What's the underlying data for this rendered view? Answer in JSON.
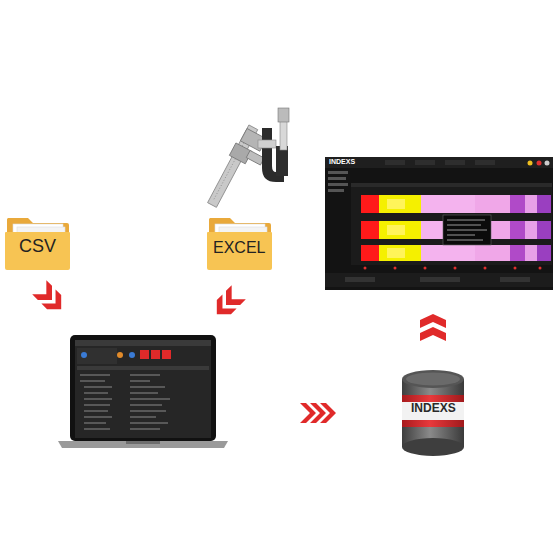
{
  "diagram": {
    "nodes": [
      {
        "text": [
          "CSV"
        ]
      },
      {
        "text": [
          "EXCEL"
        ]
      },
      {
        "text": [
          "INDEXS"
        ]
      },
      {
        "text": [
          "INDEXS"
        ]
      }
    ],
    "edges": [
      {
        "from": 2,
        "to": 3,
        "arrow": "to"
      }
    ]
  }
}
